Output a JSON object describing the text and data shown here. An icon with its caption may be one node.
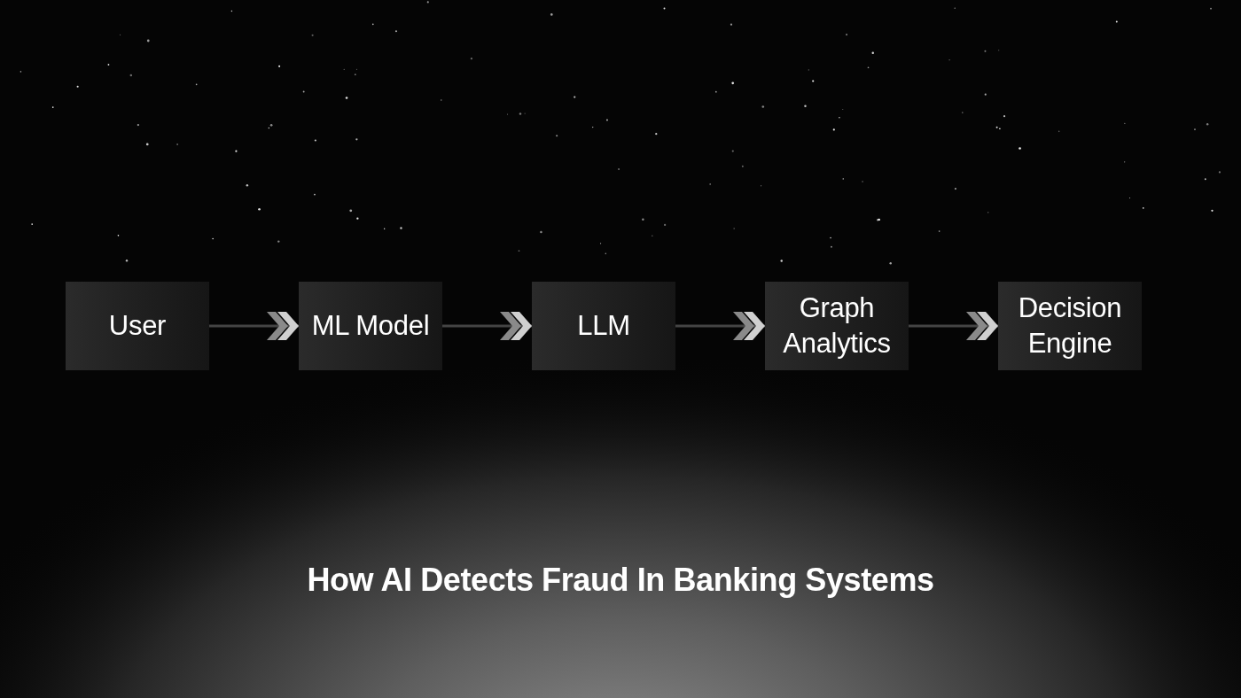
{
  "diagram": {
    "title": "How AI Detects Fraud In Banking Systems",
    "nodes": [
      {
        "text": [
          "User"
        ]
      },
      {
        "text": [
          "ML Model"
        ]
      },
      {
        "text": [
          "LLM"
        ]
      },
      {
        "text": [
          "Graph Analytics"
        ]
      },
      {
        "text": [
          "Decision Engine"
        ]
      }
    ],
    "edges": [
      {
        "from": 0,
        "to": 1,
        "arrow": "to"
      },
      {
        "from": 1,
        "to": 2,
        "arrow": "to"
      },
      {
        "from": 2,
        "to": 3,
        "arrow": "to"
      },
      {
        "from": 3,
        "to": 4,
        "arrow": "to"
      }
    ]
  }
}
